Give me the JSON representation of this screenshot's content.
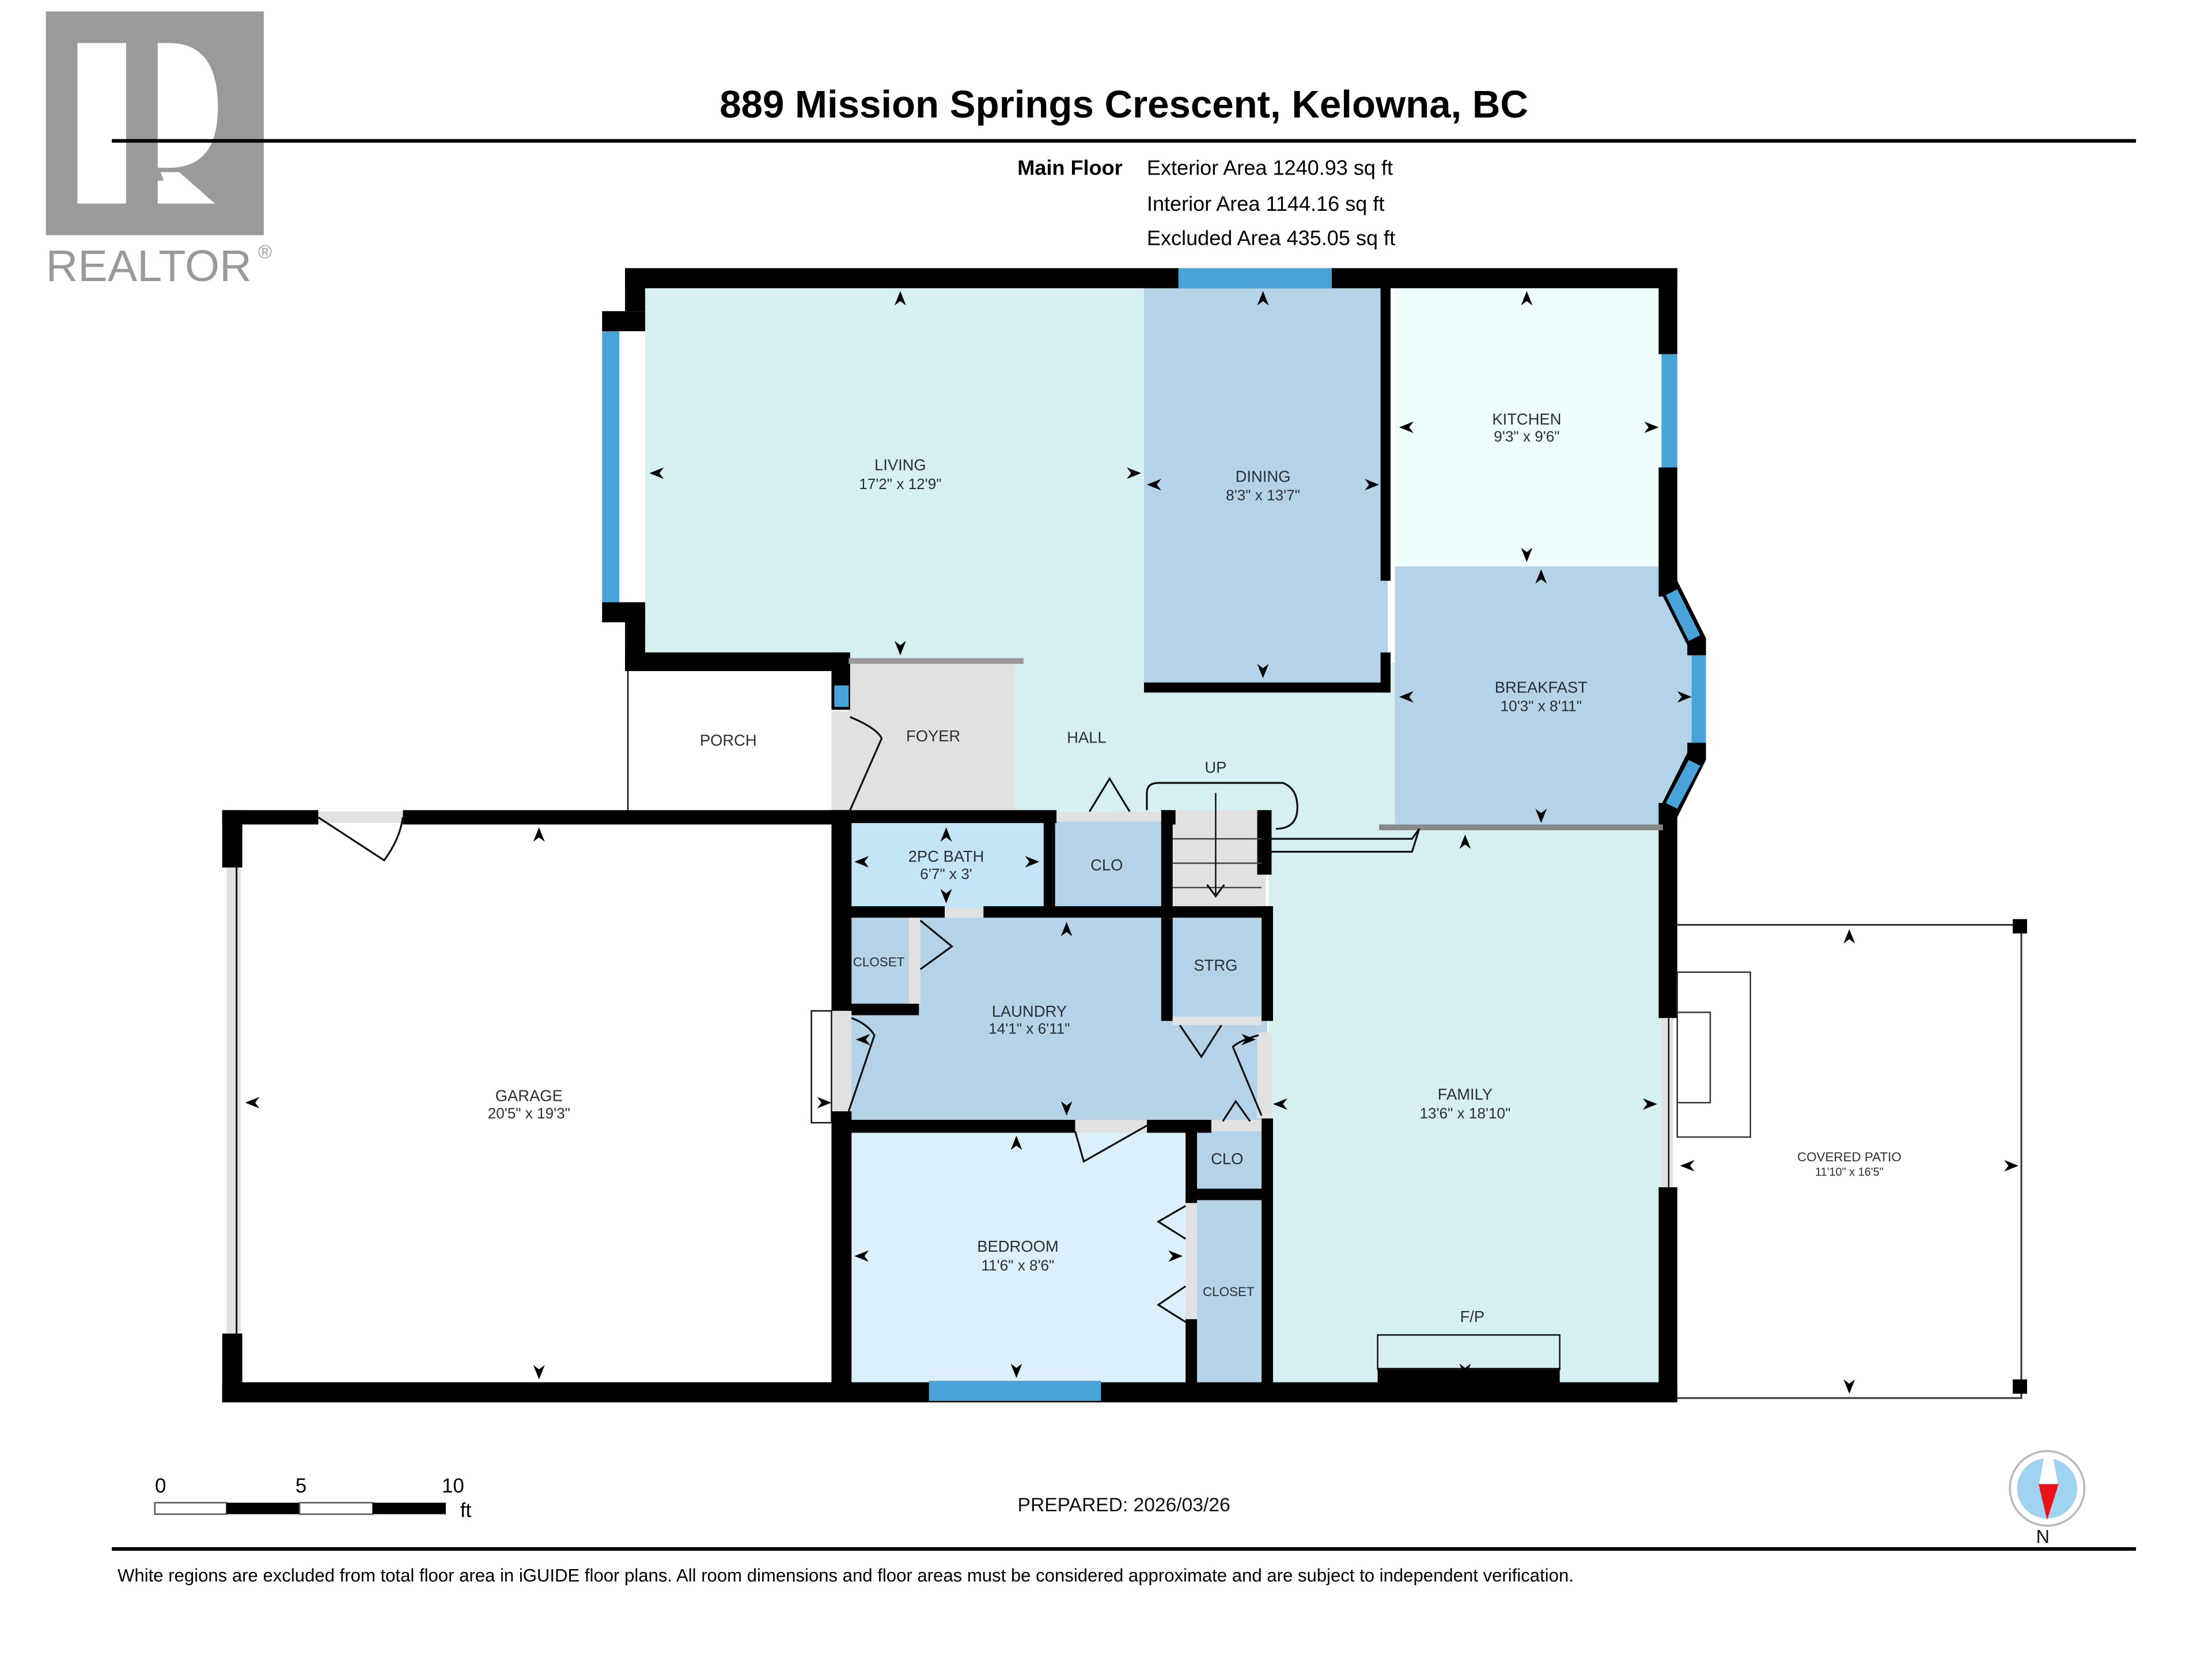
{
  "logo": {
    "letter": "R",
    "wordmark": "REALTOR",
    "registered": "®",
    "color": "#9a9a9a"
  },
  "header": {
    "title": "889 Mission Springs Crescent, Kelowna, BC",
    "floor_label": "Main Floor",
    "exterior_area": "Exterior Area 1240.93 sq ft",
    "interior_area": "Interior Area 1144.16 sq ft",
    "excluded_area": "Excluded Area 435.05 sq ft"
  },
  "rooms": {
    "living": {
      "name": "LIVING",
      "dims": "17'2\" x 12'9\"",
      "color": "#d6f0f2"
    },
    "dining": {
      "name": "DINING",
      "dims": "8'3\" x 13'7\"",
      "color": "#b4d3e8"
    },
    "kitchen": {
      "name": "KITCHEN",
      "dims": "9'3\" x 9'6\"",
      "color": "#eefcfc"
    },
    "breakfast": {
      "name": "BREAKFAST",
      "dims": "10'3\" x 8'11\"",
      "color": "#b4d3e8"
    },
    "porch": {
      "name": "PORCH"
    },
    "foyer": {
      "name": "FOYER",
      "color": "#e1e1e1"
    },
    "hall": {
      "name": "HALL",
      "color": "#d6f0f2"
    },
    "stairs": {
      "name": "UP"
    },
    "bath": {
      "name": "2PC BATH",
      "dims": "6'7\" x 3'",
      "color": "#c4e4f7"
    },
    "clo_top": {
      "name": "CLO",
      "color": "#b4d3e8"
    },
    "closet_laundry": {
      "name": "CLOSET",
      "color": "#b4d3e8"
    },
    "laundry": {
      "name": "LAUNDRY",
      "dims": "14'1\" x 6'11\"",
      "color": "#b4d3e8"
    },
    "strg": {
      "name": "STRG",
      "color": "#b4d3e8"
    },
    "garage": {
      "name": "GARAGE",
      "dims": "20'5\" x 19'3\""
    },
    "clo_bottom": {
      "name": "CLO",
      "color": "#b4d3e8"
    },
    "bedroom": {
      "name": "BEDROOM",
      "dims": "11'6\" x 8'6\"",
      "color": "#dbf0fb"
    },
    "closet_bedroom": {
      "name": "CLOSET",
      "color": "#b4d3e8"
    },
    "family": {
      "name": "FAMILY",
      "dims": "13'6\" x 18'10\"",
      "color": "#d6f0f2"
    },
    "fireplace": {
      "name": "F/P"
    },
    "patio": {
      "name": "COVERED PATIO",
      "dims": "11'10\" x 16'5\""
    }
  },
  "colors": {
    "wall": "#000000",
    "window": "#4aa3d8",
    "door_gap": "#e1e1e1"
  },
  "scale_bar": {
    "ticks": [
      "0",
      "5",
      "10"
    ],
    "unit": "ft"
  },
  "prepared": "PREPARED: 2026/03/26",
  "compass": {
    "label": "N"
  },
  "footer": {
    "disclaimer": "White regions are excluded from total floor area in iGUIDE floor plans. All room dimensions and floor areas must be considered approximate and are subject to independent verification."
  }
}
